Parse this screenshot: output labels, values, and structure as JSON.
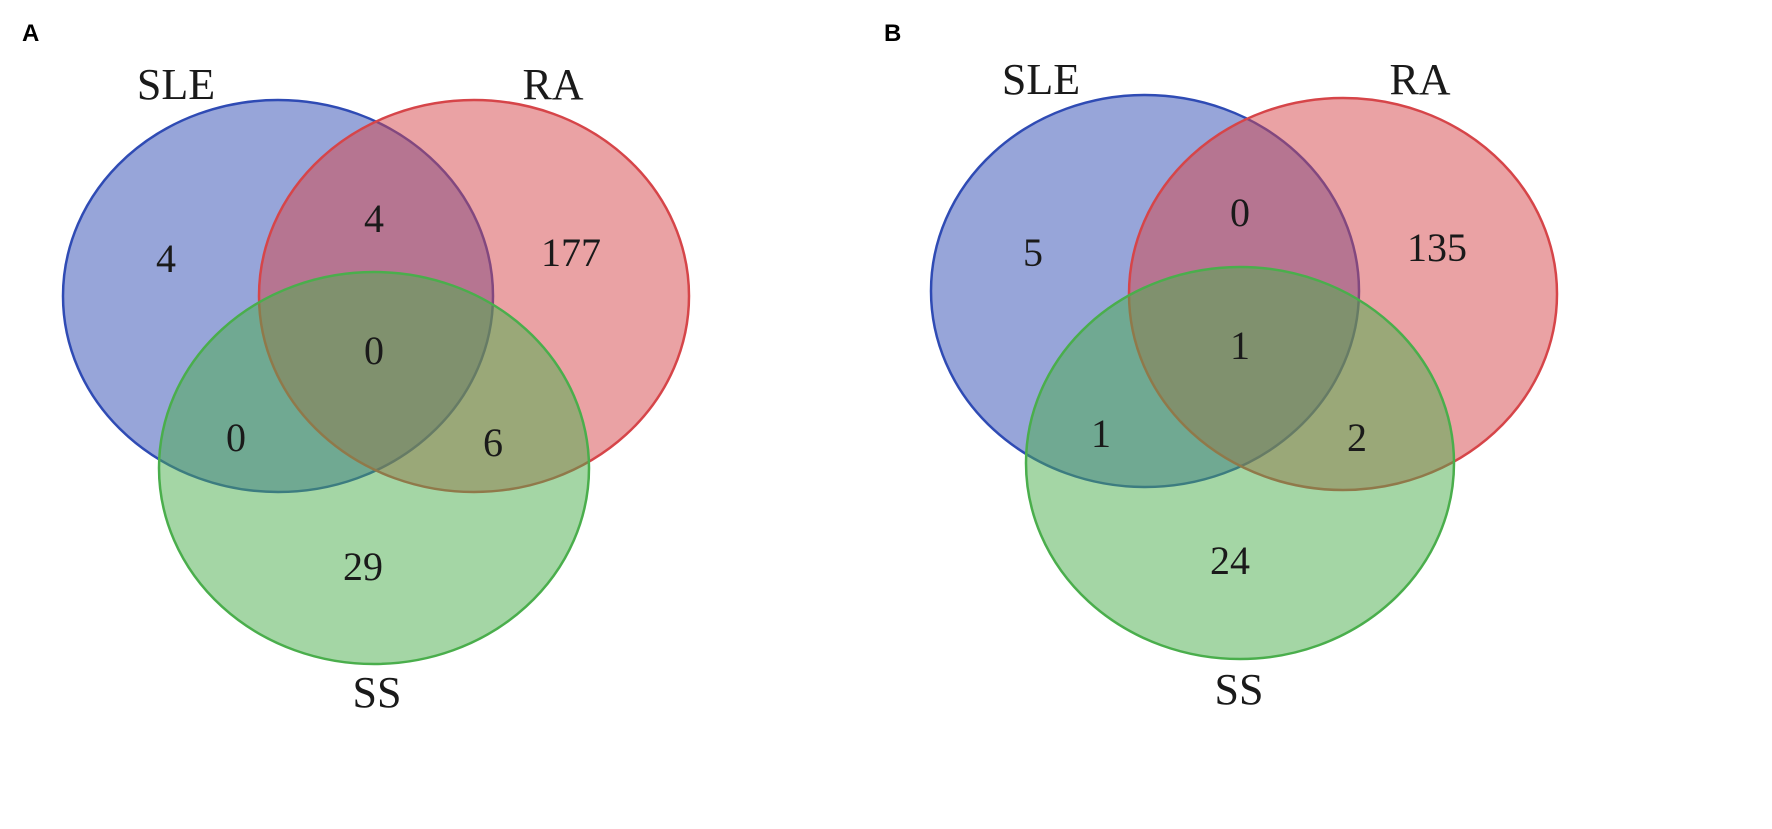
{
  "colors": {
    "SLE": "#2f4bb4",
    "RA": "#d64549",
    "SS": "#4aae4c",
    "fill_opacity": 0.5
  },
  "panels": [
    {
      "letter": "A",
      "sets": {
        "SLE": "SLE",
        "RA": "RA",
        "SS": "SS"
      },
      "counts": {
        "sle_only": "4",
        "sle_ra": "4",
        "ra_only": "177",
        "all": "0",
        "sle_ss": "0",
        "ra_ss": "6",
        "ss_only": "29"
      }
    },
    {
      "letter": "B",
      "sets": {
        "SLE": "SLE",
        "RA": "RA",
        "SS": "SS"
      },
      "counts": {
        "sle_only": "5",
        "sle_ra": "0",
        "ra_only": "135",
        "all": "1",
        "sle_ss": "1",
        "ra_ss": "2",
        "ss_only": "24"
      }
    }
  ]
}
